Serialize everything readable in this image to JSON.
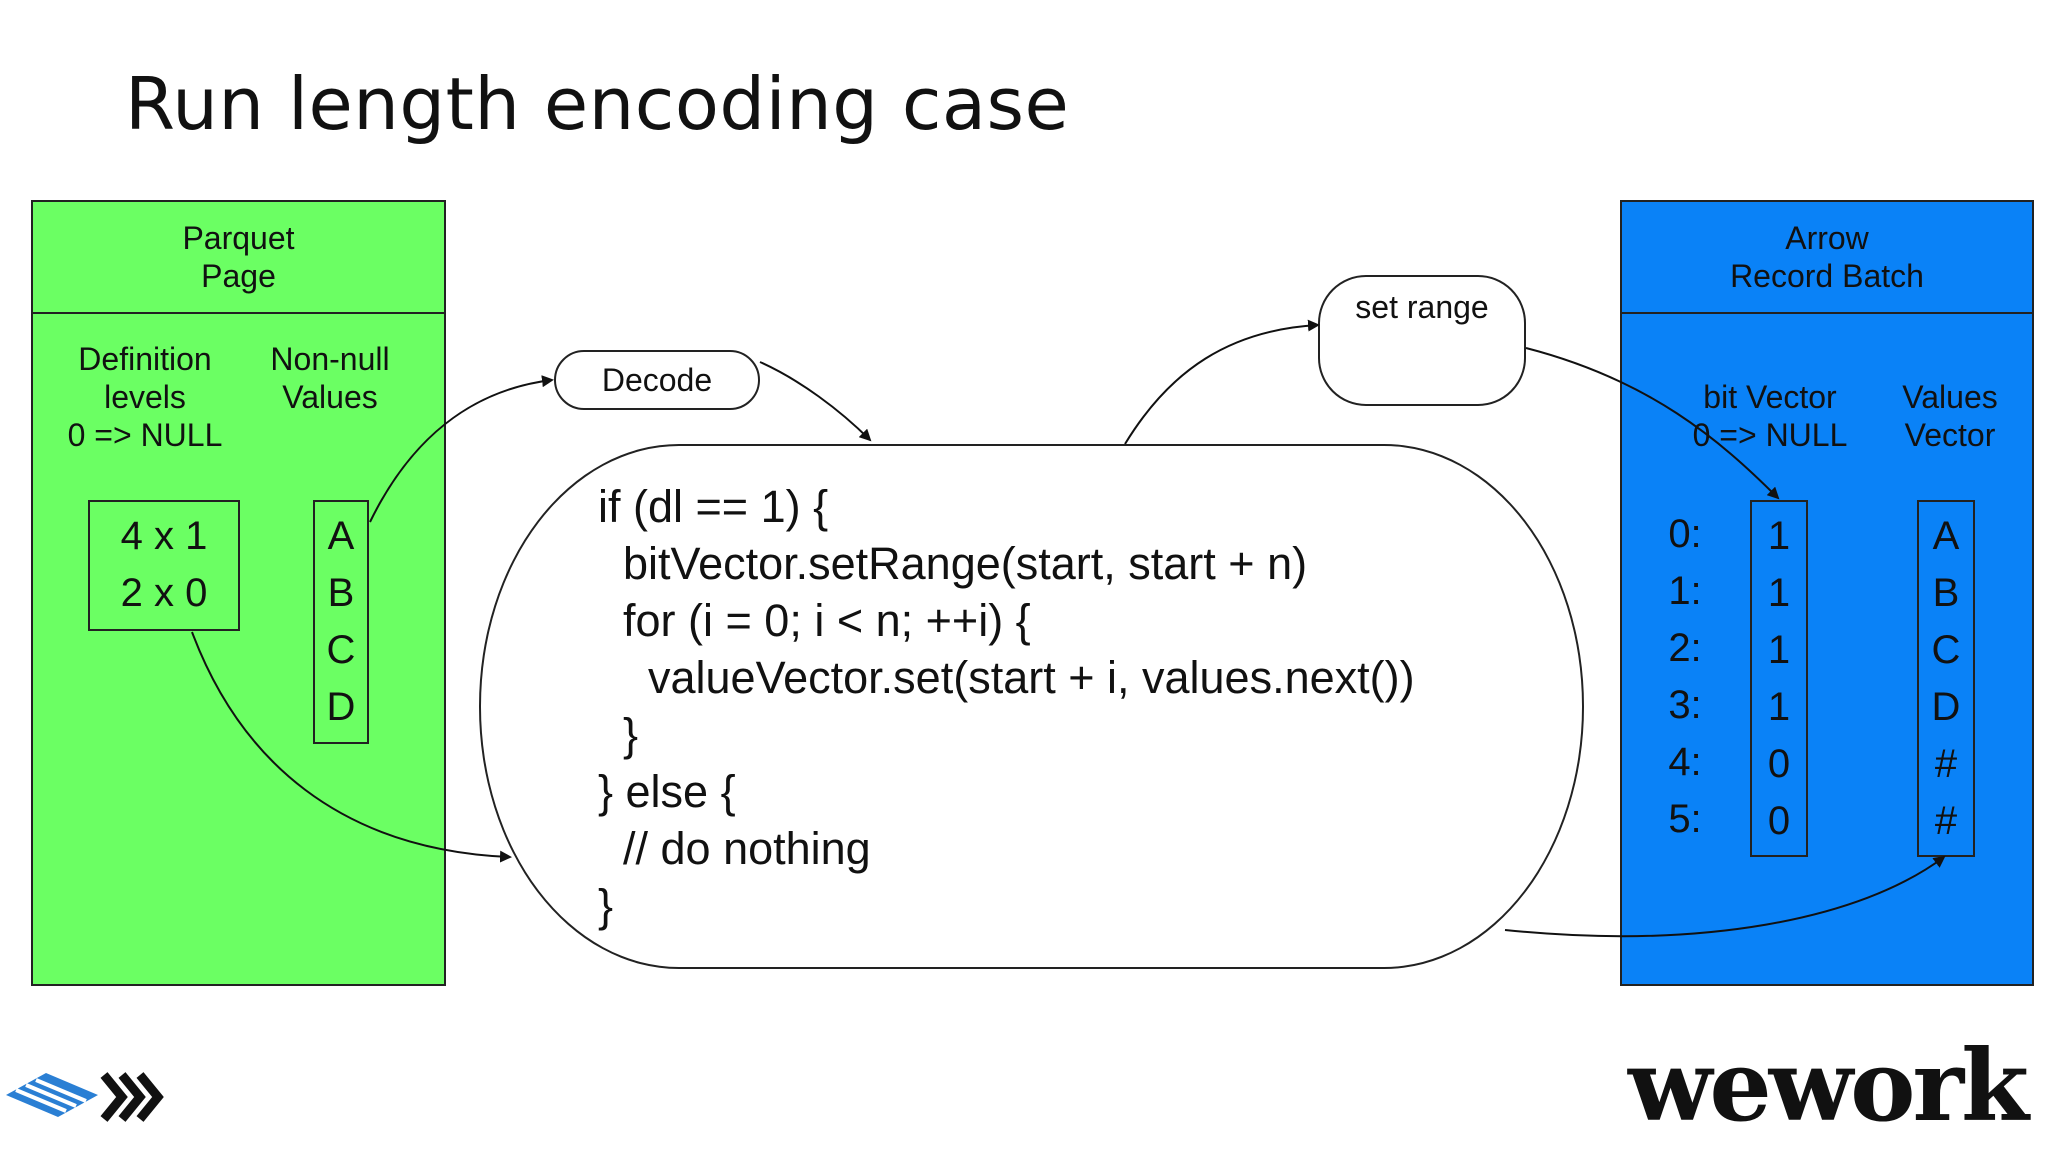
{
  "slide": {
    "title": "Run length encoding case"
  },
  "parquet": {
    "header": "Parquet\nPage",
    "def_label": "Definition\nlevels\n0 => NULL",
    "nonnull_label": "Non-null\nValues",
    "levels": [
      "4 x 1",
      "2 x 0"
    ],
    "values": [
      "A",
      "B",
      "C",
      "D"
    ]
  },
  "decode_label": "Decode",
  "set_range_label": "set range",
  "code_lines": [
    "if (dl == 1) {",
    "  bitVector.setRange(start, start + n)",
    "  for (i = 0; i < n; ++i) {",
    "    valueVector.set(start + i, values.next())",
    "  }",
    "} else {",
    "  // do nothing",
    "}"
  ],
  "arrow": {
    "header": "Arrow\nRecord Batch",
    "bit_label": "bit Vector\n0 => NULL",
    "values_label": "Values\nVector",
    "indices": [
      "0:",
      "1:",
      "2:",
      "3:",
      "4:",
      "5:"
    ],
    "bits": [
      "1",
      "1",
      "1",
      "1",
      "0",
      "0"
    ],
    "values": [
      "A",
      "B",
      "C",
      "D",
      "#",
      "#"
    ]
  },
  "logo": {
    "brand": "wework"
  },
  "colors": {
    "parquet_fill": "#6bff63",
    "arrow_fill": "#0a82f7"
  }
}
